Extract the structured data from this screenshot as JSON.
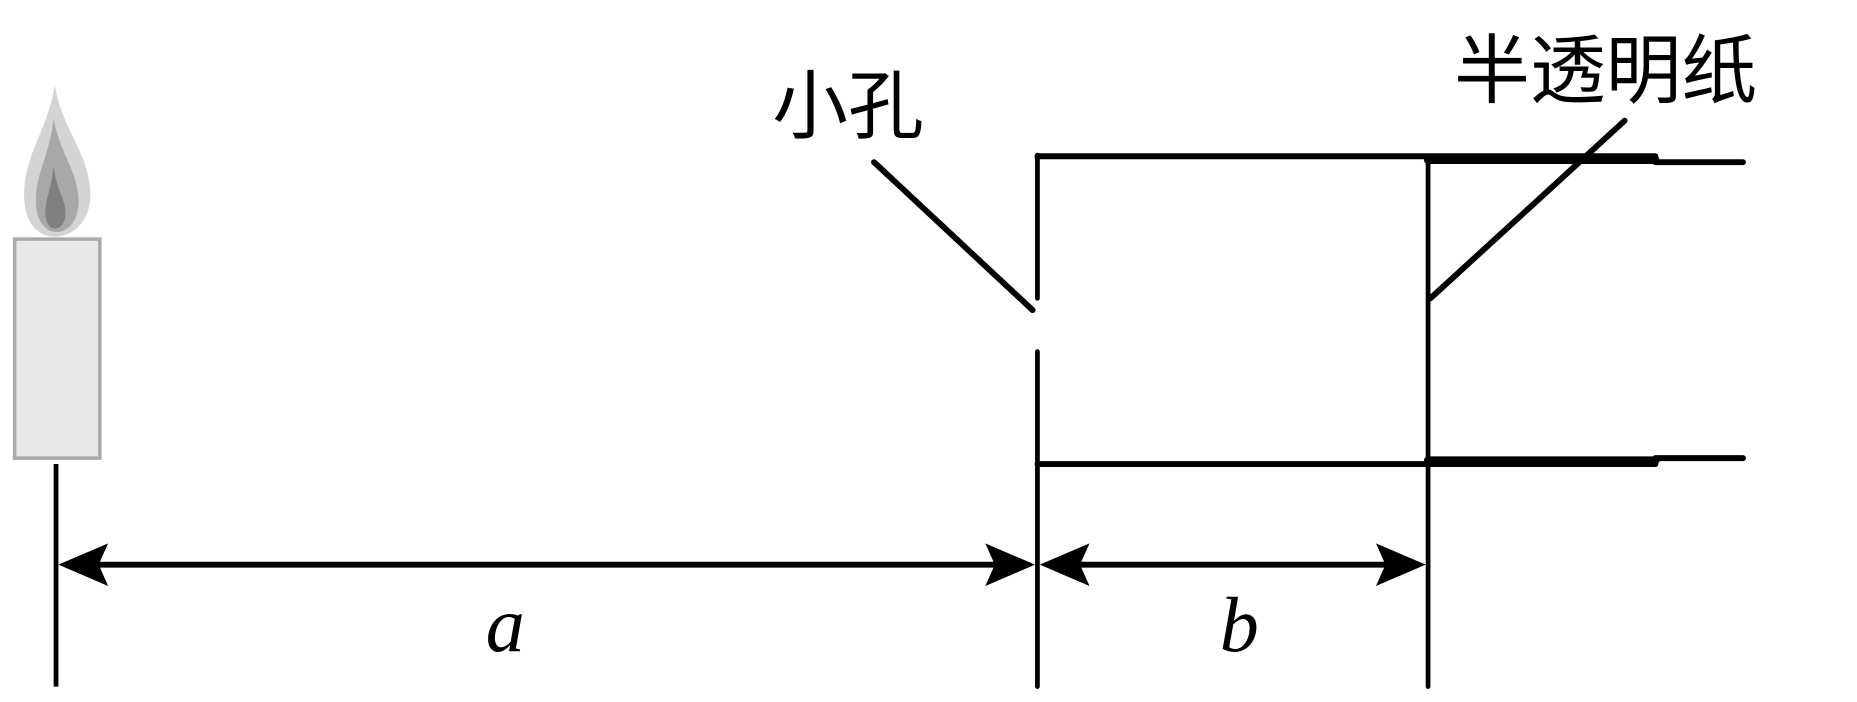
{
  "labels": {
    "pinhole": "小孔",
    "translucent_paper": "半透明纸",
    "distance_a": "a",
    "distance_b": "b"
  },
  "colors": {
    "line": "#000000",
    "candle_body": "#e8e8e8",
    "candle_border": "#aaaaaa",
    "flame_outer": "#d4d4d4",
    "flame_mid": "#a8a8a8",
    "flame_inner": "#808080"
  }
}
